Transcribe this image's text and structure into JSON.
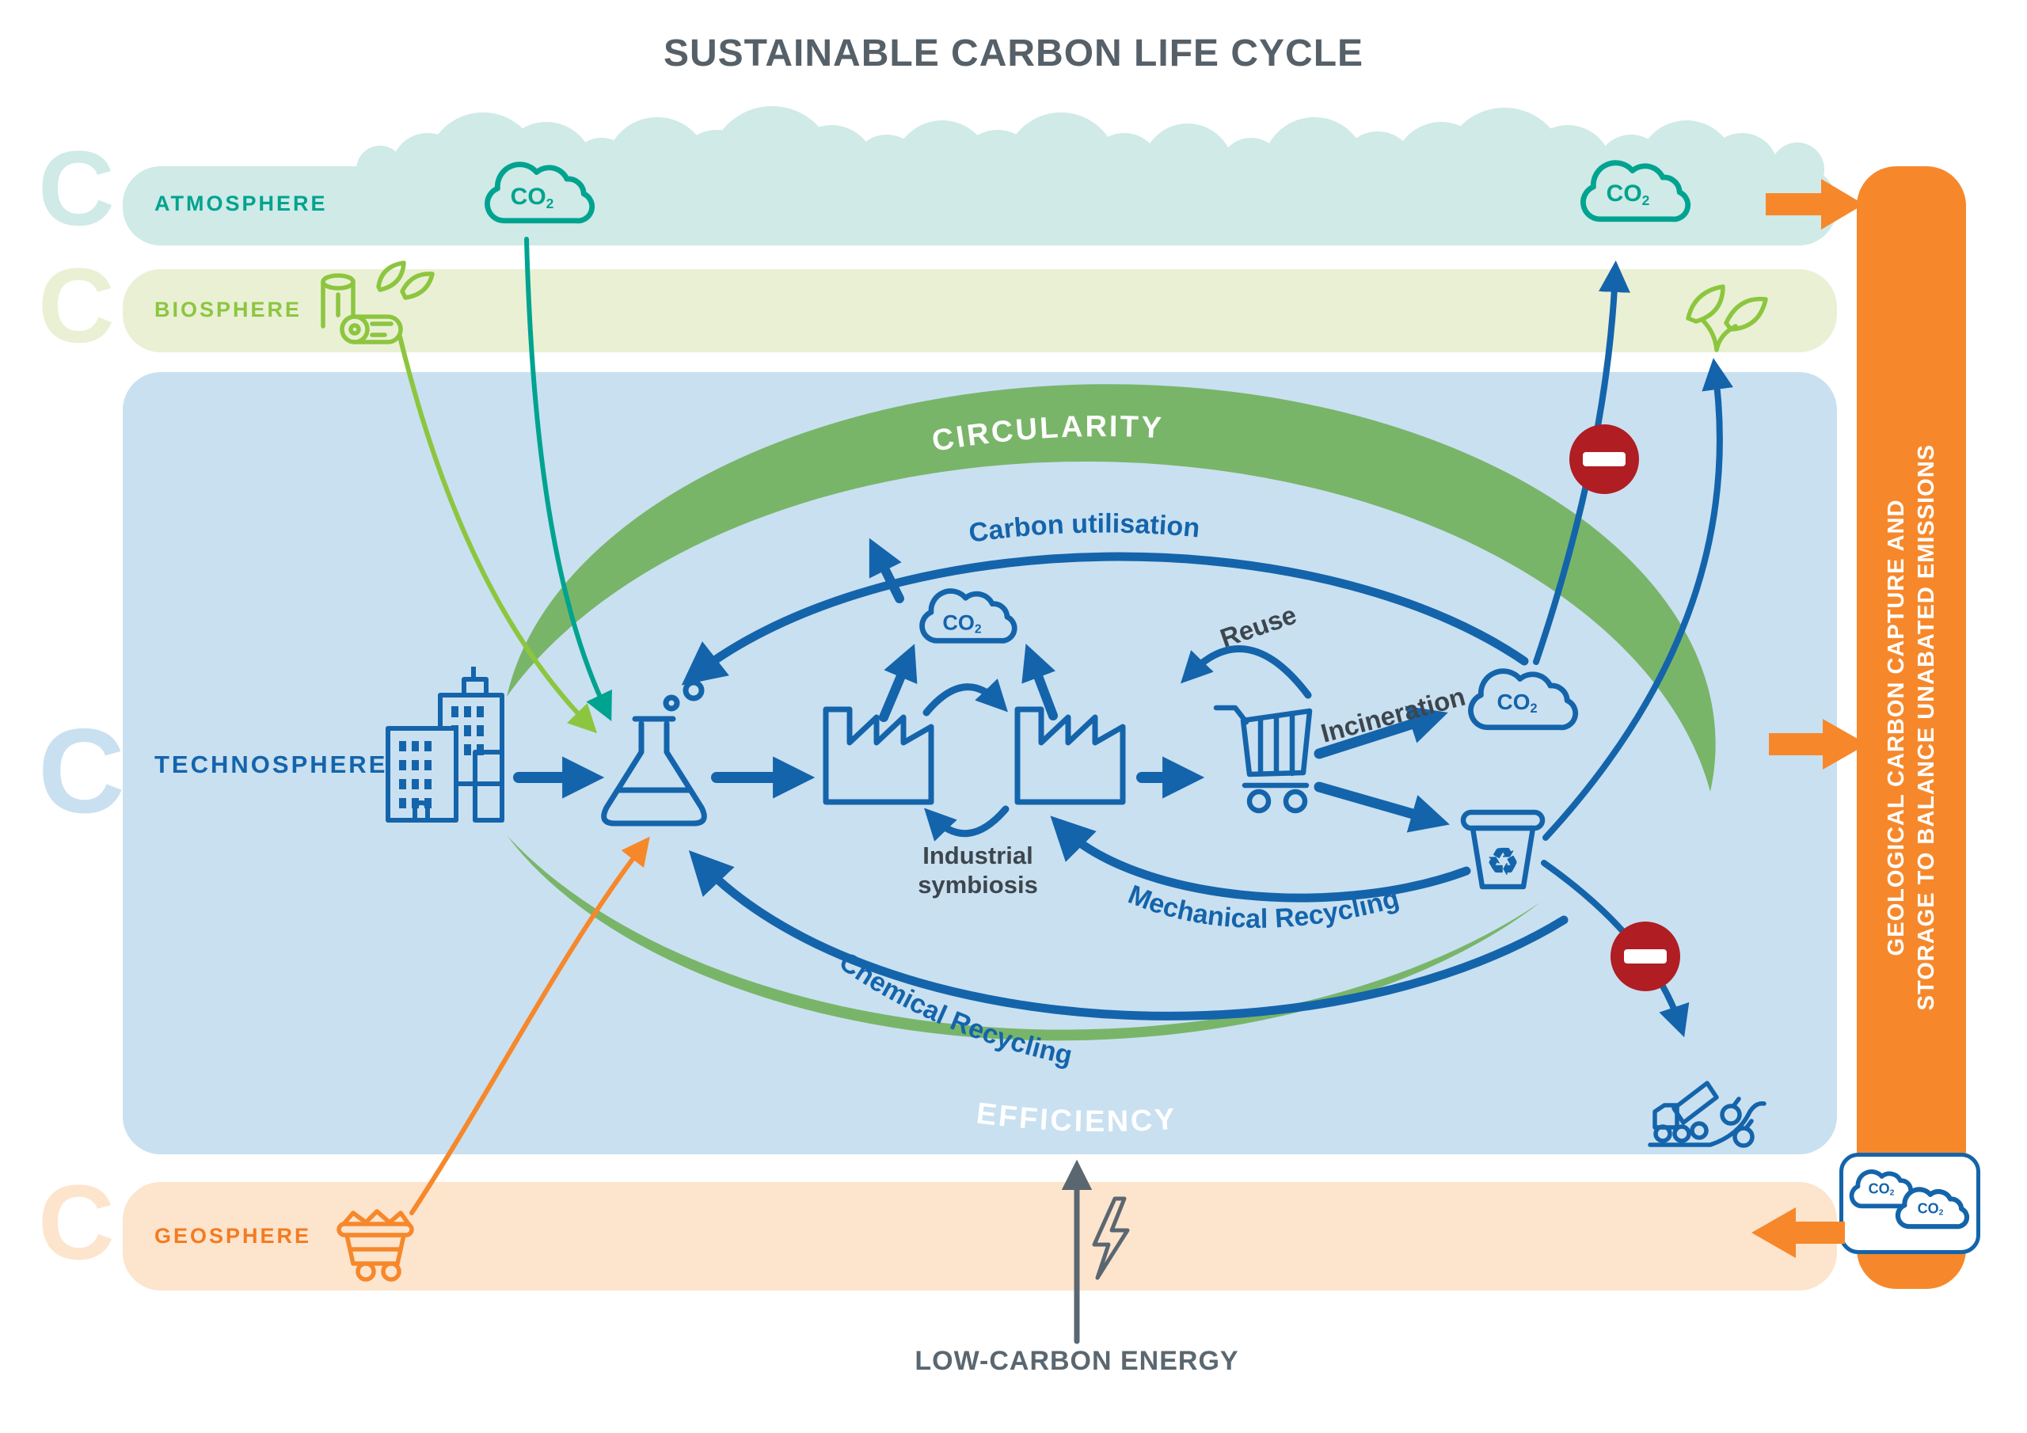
{
  "title": "SUSTAINABLE CARBON LIFE CYCLE",
  "bands": {
    "atmosphere": {
      "label": "ATMOSPHERE",
      "color": "#cfeae7",
      "label_color": "#00a38f"
    },
    "biosphere": {
      "label": "BIOSPHERE",
      "color": "#eaf0d4",
      "label_color": "#8cc63f"
    },
    "technosphere": {
      "label": "TECHNOSPHERE",
      "color": "#c9e0f1",
      "label_color": "#1464ab"
    },
    "geosphere": {
      "label": "GEOSPHERE",
      "color": "#fde4cd",
      "label_color": "#f47b20"
    }
  },
  "carbon_letter": "C",
  "co2": {
    "main": "CO",
    "sub": "2"
  },
  "loop": {
    "circularity": "CIRCULARITY",
    "efficiency": "EFFICIENCY",
    "carbon_utilisation": "Carbon utilisation",
    "reuse": "Reuse",
    "incineration": "Incineration",
    "industrial_symbiosis": [
      "Industrial",
      "symbiosis"
    ],
    "mechanical_recycling": "Mechanical Recycling",
    "chemical_recycling": "Chemical Recycling"
  },
  "right_bar": {
    "line1": "GEOLOGICAL CARBON CAPTURE AND",
    "line2": "STORAGE TO BALANCE UNABATED EMISSIONS",
    "color": "#f6882b"
  },
  "bottom": {
    "energy_label": "LOW-CARBON ENERGY"
  },
  "icons": {
    "recycle_glyph": "♻"
  },
  "colors": {
    "blue": "#1464ab",
    "teal": "#00a38f",
    "green": "#8cc63f",
    "arc_green": "#79b569",
    "orange": "#f6882b",
    "red": "#b01d22",
    "gray": "#5b6770"
  }
}
